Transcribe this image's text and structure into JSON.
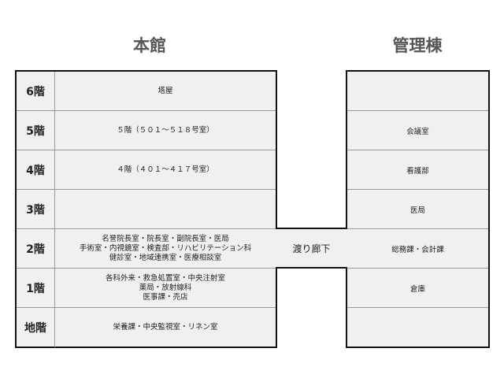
{
  "main_building": {
    "title": "本館",
    "floors": [
      {
        "label": "6階",
        "lines": [
          "塔屋"
        ]
      },
      {
        "label": "5階",
        "lines": [
          "５階（５０１～５１８号室）"
        ]
      },
      {
        "label": "4階",
        "lines": [
          "４階（４０１～４１７号室）"
        ]
      },
      {
        "label": "3階",
        "lines": []
      },
      {
        "label": "2階",
        "lines": [
          "名誉院長室・院長室・副院長室・医局",
          "手術室・内視鏡室・検査部・リハビリテーション科",
          "健診室・地域連携室・医療相談室"
        ]
      },
      {
        "label": "1階",
        "lines": [
          "各科外来・救急処置室・中央注射室",
          "薬局・放射線科",
          "医事課・売店"
        ]
      },
      {
        "label": "地階",
        "lines": [
          "栄養課・中央監視室・リネン室"
        ]
      }
    ]
  },
  "admin_building": {
    "title": "管理棟",
    "floors": [
      {
        "text": ""
      },
      {
        "text": "会議室"
      },
      {
        "text": "看護部"
      },
      {
        "text": "医局"
      },
      {
        "text": "総務課・会計課"
      },
      {
        "text": "倉庫"
      },
      {
        "text": ""
      }
    ]
  },
  "corridor": {
    "label": "渡り廊下"
  }
}
